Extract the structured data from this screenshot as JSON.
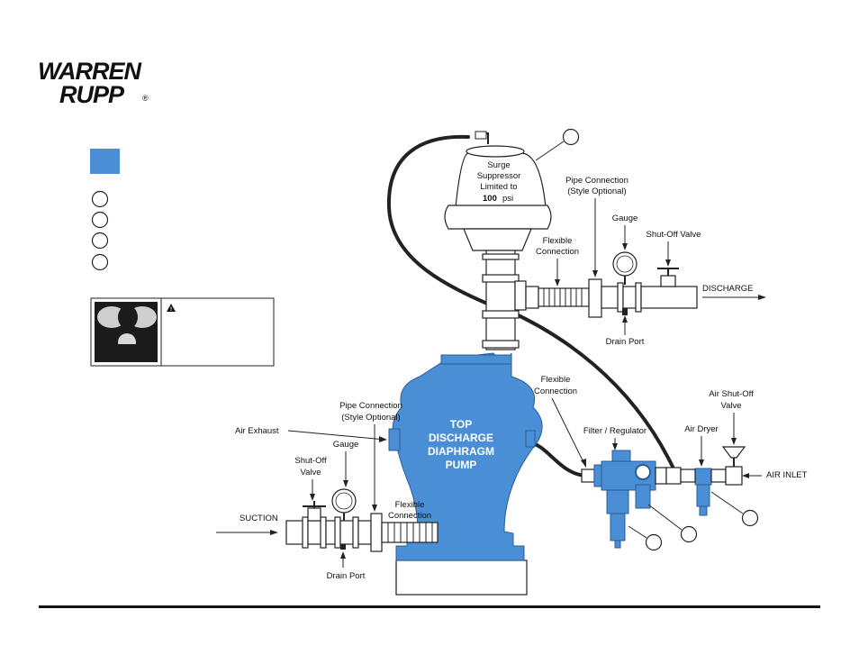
{
  "logo": {
    "line1": "WARREN",
    "line2": "RUPP",
    "reg": "®"
  },
  "colors": {
    "pump_blue": "#4a8fd6",
    "callout_square": "#4a8fd6",
    "ink": "#222222"
  },
  "legend": {
    "callouts": [
      "",
      "",
      "",
      ""
    ]
  },
  "warning": {
    "icon": "warning-triangle-icon",
    "text": ""
  },
  "labels": {
    "surge": [
      "Surge",
      "Suppressor",
      "Limited to"
    ],
    "surge_value": "100",
    "surge_unit": "psi",
    "pipe_connection_top": [
      "Pipe Connection",
      "(Style Optional)"
    ],
    "gauge_top": "Gauge",
    "shutoff_top": "Shut-Off Valve",
    "flex_top": [
      "Flexible",
      "Connection"
    ],
    "discharge": "DISCHARGE",
    "drain_top": "Drain Port",
    "flex_mid": [
      "Flexible",
      "Connection"
    ],
    "air_shutoff": [
      "Air Shut-Off",
      "Valve"
    ],
    "air_dryer": "Air Dryer",
    "filter_reg": "Filter / Regulator",
    "air_inlet": "AIR INLET",
    "pipe_connection_bottom": [
      "Pipe Connection",
      "(Style Optional)"
    ],
    "air_exhaust": "Air Exhaust",
    "gauge_bottom": "Gauge",
    "shutoff_bottom": [
      "Shut-Off",
      "Valve"
    ],
    "flex_bottom": [
      "Flexible",
      "Connection"
    ],
    "suction": "SUCTION",
    "drain_bottom": "Drain Port",
    "pump": [
      "TOP",
      "DISCHARGE",
      "DIAPHRAGM",
      "PUMP"
    ]
  }
}
